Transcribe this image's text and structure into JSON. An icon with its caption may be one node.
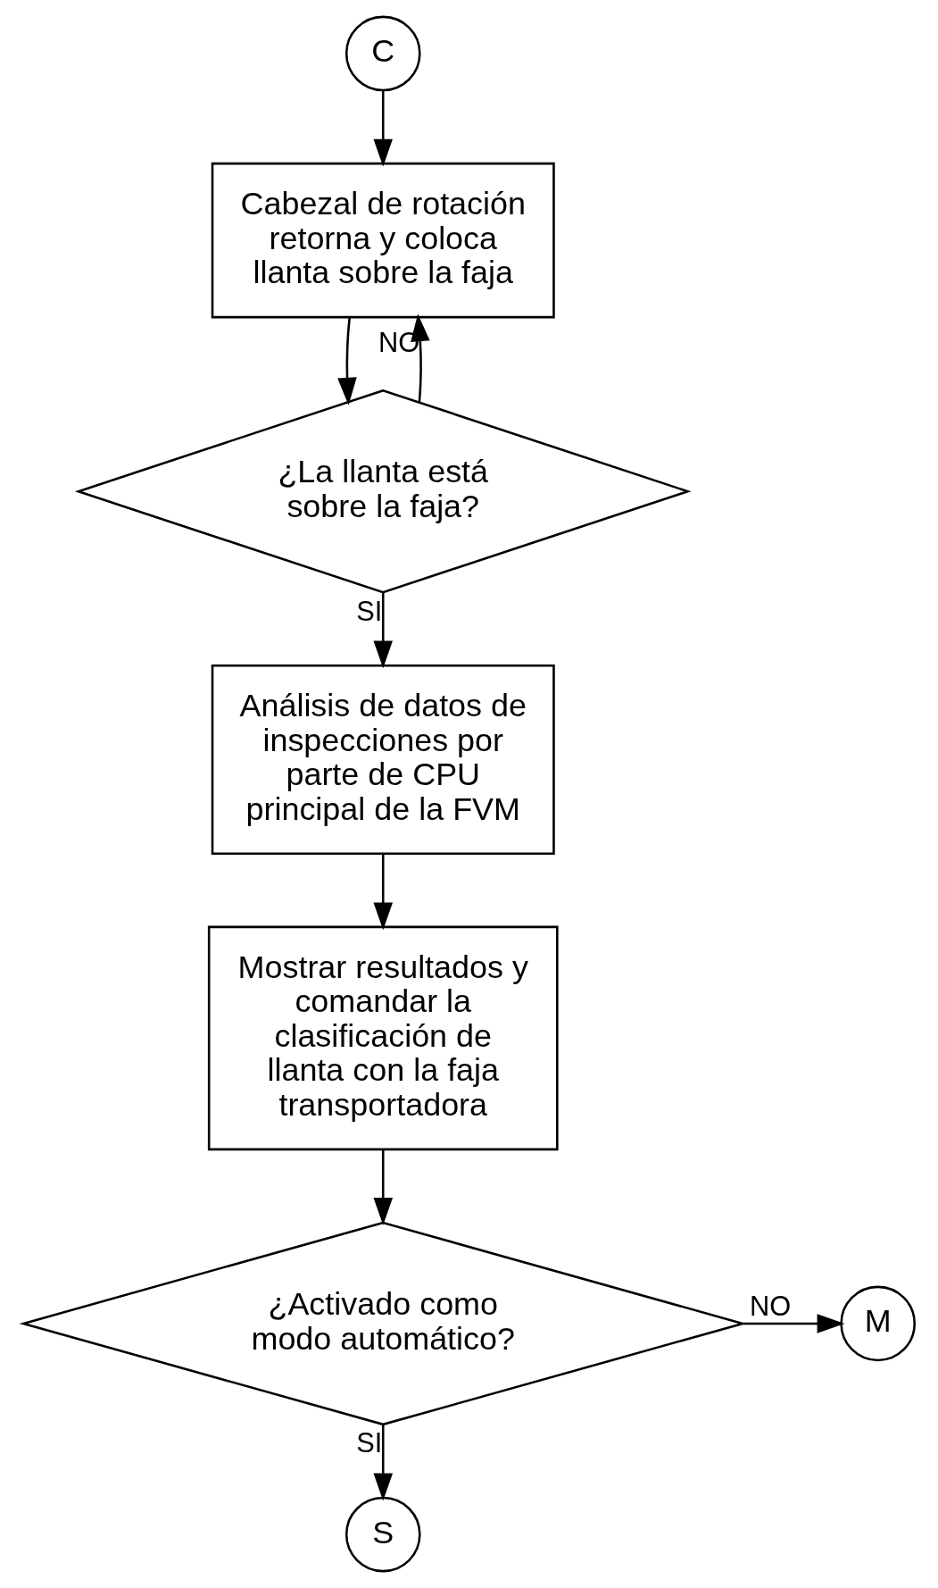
{
  "diagram": {
    "nodes": [
      {
        "text": [
          "C"
        ]
      },
      {
        "text": [
          "Cabezal de rotación retorna y coloca llanta sobre la faja"
        ]
      },
      {
        "text": [
          "¿La llanta está sobre la faja?"
        ]
      },
      {
        "text": [
          "Análisis de datos de inspecciones por parte de CPU principal de la FVM"
        ]
      },
      {
        "text": [
          "Mostrar resultados y comandar la clasificación de llanta con la faja transportadora"
        ]
      },
      {
        "text": [
          "¿Activado como modo automático?"
        ]
      },
      {
        "text": [
          "M"
        ]
      },
      {
        "text": [
          "S"
        ]
      }
    ],
    "edges": [
      {
        "from": 0,
        "to": 1,
        "arrow": "to"
      },
      {
        "from": 1,
        "to": 2,
        "arrow": "to"
      },
      {
        "from": 2,
        "to": 1,
        "arrow": "to",
        "label": "NO"
      },
      {
        "from": 2,
        "to": 3,
        "arrow": "to",
        "label": "SI"
      },
      {
        "from": 3,
        "to": 4,
        "arrow": "to"
      },
      {
        "from": 4,
        "to": 5,
        "arrow": "to"
      },
      {
        "from": 5,
        "to": 6,
        "arrow": "to",
        "label": "NO"
      },
      {
        "from": 5,
        "to": 7,
        "arrow": "to",
        "label": "SI"
      }
    ]
  }
}
